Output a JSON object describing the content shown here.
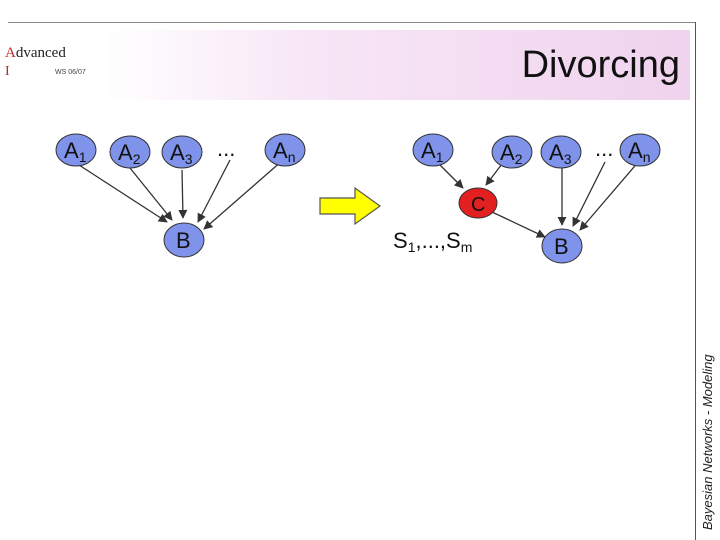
{
  "logo": {
    "line1_first": "A",
    "line1_rest": "dvanced",
    "line2": "I",
    "semester": "WS 06/07"
  },
  "title": "Divorcing",
  "footer": "Bayesian Networks - Modeling",
  "left_graph": {
    "parents": [
      {
        "base": "A",
        "sub": "1"
      },
      {
        "base": "A",
        "sub": "2"
      },
      {
        "base": "A",
        "sub": "3"
      },
      {
        "base": "...",
        "sub": ""
      },
      {
        "base": "A",
        "sub": "n"
      }
    ],
    "child": "B"
  },
  "right_graph": {
    "parents": [
      {
        "base": "A",
        "sub": "1"
      },
      {
        "base": "A",
        "sub": "2"
      },
      {
        "base": "A",
        "sub": "3"
      },
      {
        "base": "...",
        "sub": ""
      },
      {
        "base": "A",
        "sub": "n"
      }
    ],
    "divorce_node": "C",
    "states": {
      "s1": "S",
      "sub1": "1",
      "mid": ",...,",
      "sm": "S",
      "subm": "m"
    },
    "child": "B"
  },
  "colors": {
    "node_fill": "#7f93ea",
    "divorce_fill": "#e32020",
    "arrow_fill": "#ffff00",
    "title_bg": "#f0d3ee"
  }
}
